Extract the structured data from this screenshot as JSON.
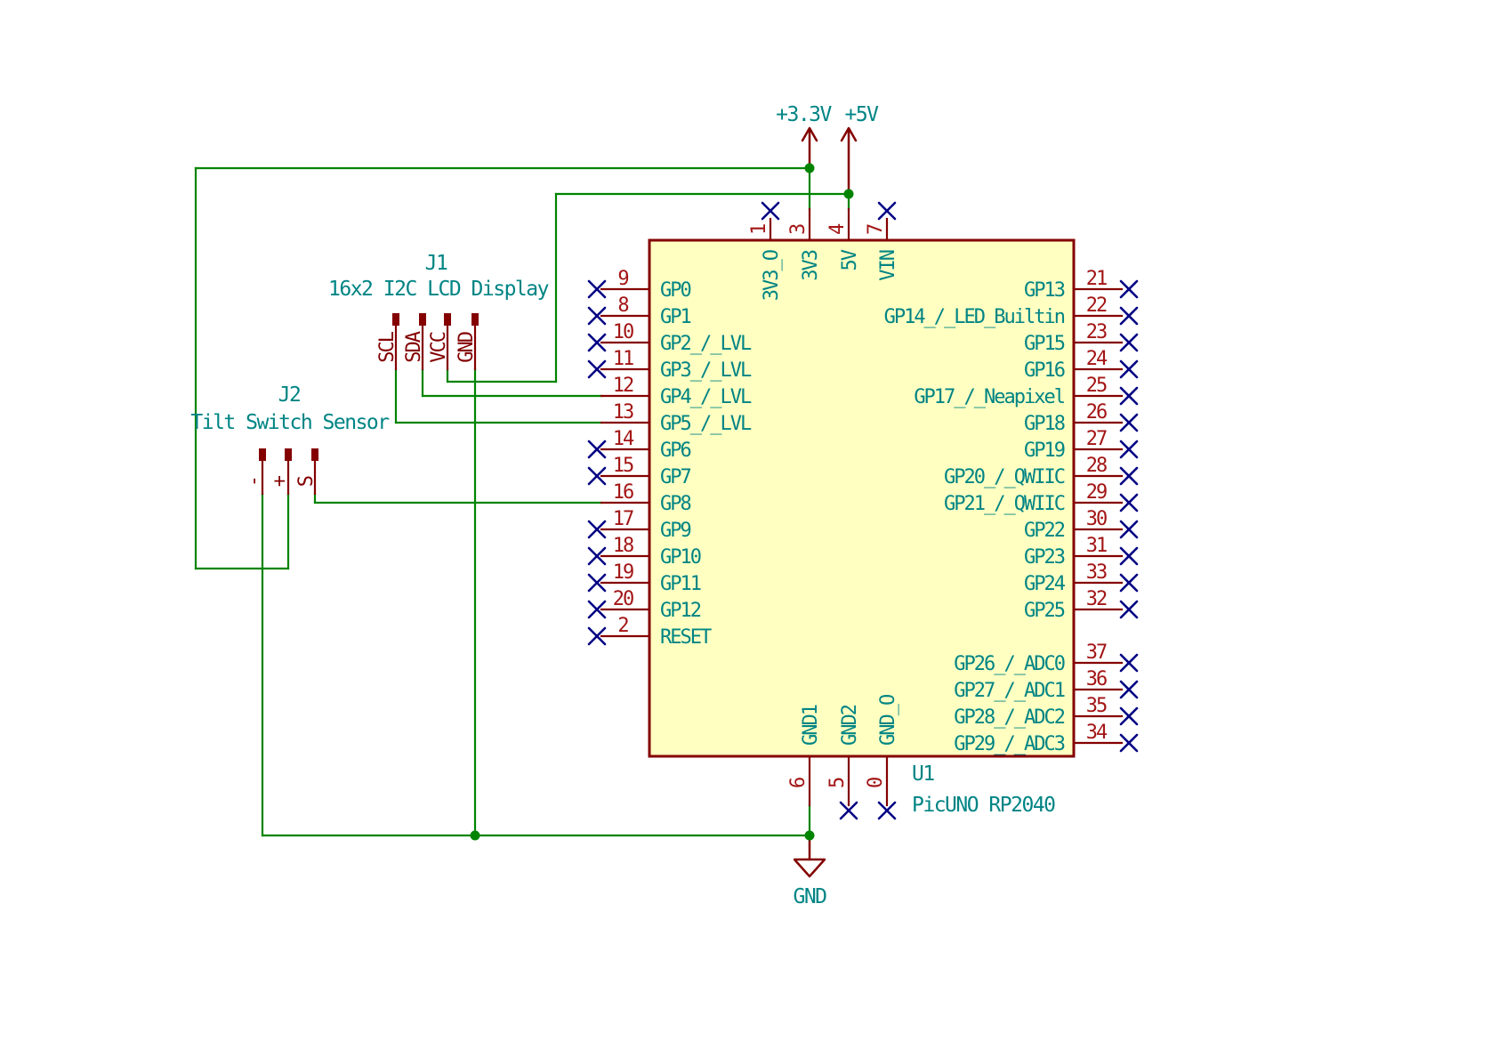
{
  "colors": {
    "wire_green": "#008400",
    "pin_maroon": "#840000",
    "ic_fill_yellow": "#FFFFC2",
    "ic_outline": "#840000",
    "pin_name_teal": "#008484",
    "pin_number_red": "#A31515",
    "no_connect_blue": "#000084",
    "background": "#FFFFFF"
  },
  "power": {
    "rail_3v3_label": "+3.3V",
    "rail_5v_label": "+5V",
    "gnd_label": "GND"
  },
  "ic": {
    "reference": "U1",
    "value": "PicUNO RP2040",
    "left_pins": [
      {
        "name": "GP0",
        "number": "9",
        "nc": true
      },
      {
        "name": "GP1",
        "number": "8",
        "nc": true
      },
      {
        "name": "GP2_/_LVL",
        "number": "10",
        "nc": true
      },
      {
        "name": "GP3_/_LVL",
        "number": "11",
        "nc": true
      },
      {
        "name": "GP4_/_LVL",
        "number": "12",
        "nc": false
      },
      {
        "name": "GP5_/_LVL",
        "number": "13",
        "nc": false
      },
      {
        "name": "GP6",
        "number": "14",
        "nc": true
      },
      {
        "name": "GP7",
        "number": "15",
        "nc": true
      },
      {
        "name": "GP8",
        "number": "16",
        "nc": false
      },
      {
        "name": "GP9",
        "number": "17",
        "nc": true
      },
      {
        "name": "GP10",
        "number": "18",
        "nc": true
      },
      {
        "name": "GP11",
        "number": "19",
        "nc": true
      },
      {
        "name": "GP12",
        "number": "20",
        "nc": true
      },
      {
        "name": "RESET",
        "number": "2",
        "nc": true
      }
    ],
    "right_pins": [
      {
        "name": "GP13",
        "number": "21",
        "nc": true
      },
      {
        "name": "GP14_/_LED_Builtin",
        "number": "22",
        "nc": true
      },
      {
        "name": "GP15",
        "number": "23",
        "nc": true
      },
      {
        "name": "GP16",
        "number": "24",
        "nc": true
      },
      {
        "name": "GP17_/_Neapixel",
        "number": "25",
        "nc": true
      },
      {
        "name": "GP18",
        "number": "26",
        "nc": true
      },
      {
        "name": "GP19",
        "number": "27",
        "nc": true
      },
      {
        "name": "GP20_/_QWIIC",
        "number": "28",
        "nc": true
      },
      {
        "name": "GP21_/_QWIIC",
        "number": "29",
        "nc": true
      },
      {
        "name": "GP22",
        "number": "30",
        "nc": true
      },
      {
        "name": "GP23",
        "number": "31",
        "nc": true
      },
      {
        "name": "GP24",
        "number": "33",
        "nc": true
      },
      {
        "name": "GP25",
        "number": "32",
        "nc": true
      },
      {
        "name": "GP26_/_ADC0",
        "number": "37",
        "nc": true
      },
      {
        "name": "GP27_/_ADC1",
        "number": "36",
        "nc": true
      },
      {
        "name": "GP28_/_ADC2",
        "number": "35",
        "nc": true
      },
      {
        "name": "GP29_/_ADC3",
        "number": "34",
        "nc": true
      }
    ],
    "top_pins": [
      {
        "name": "3V3_O",
        "number": "1",
        "nc": true
      },
      {
        "name": "3V3",
        "number": "3",
        "nc": false
      },
      {
        "name": "5V",
        "number": "4",
        "nc": false
      },
      {
        "name": "VIN",
        "number": "7",
        "nc": true
      }
    ],
    "bottom_pins": [
      {
        "name": "GND1",
        "number": "6",
        "nc": false
      },
      {
        "name": "GND2",
        "number": "5",
        "nc": true
      },
      {
        "name": "GND_O",
        "number": "0",
        "nc": true
      }
    ]
  },
  "connectors": {
    "j1": {
      "reference": "J1",
      "value": "16x2 I2C LCD Display",
      "pins": [
        "SCL",
        "SDA",
        "VCC",
        "GND"
      ]
    },
    "j2": {
      "reference": "J2",
      "value": "Tilt Switch Sensor",
      "pins": [
        "-",
        "+",
        "S"
      ]
    }
  }
}
